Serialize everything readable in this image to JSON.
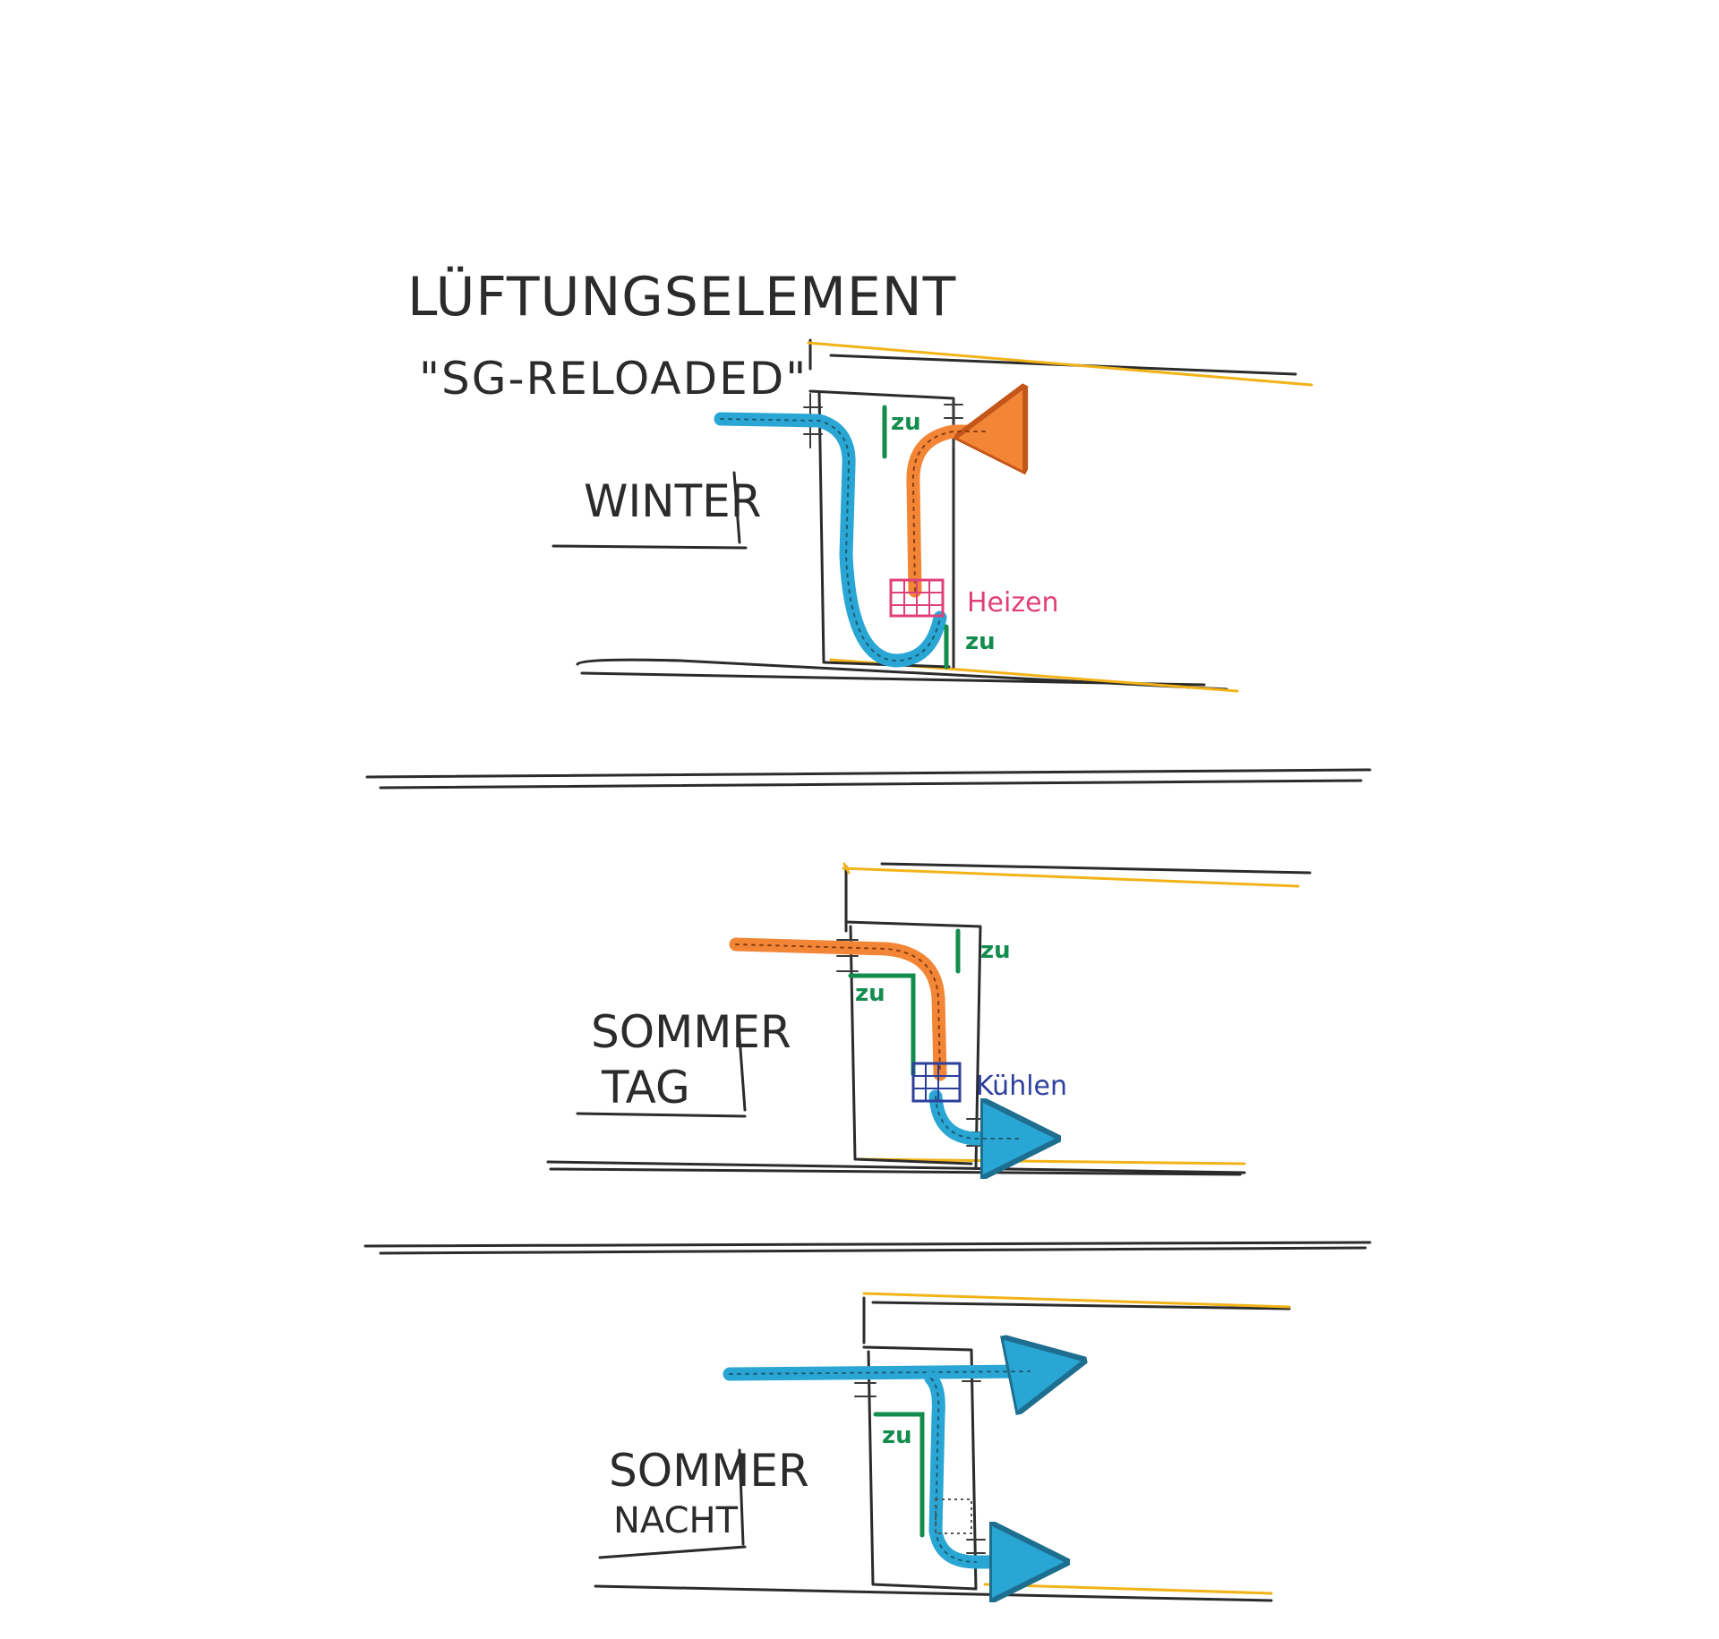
{
  "title": "LÜFTUNGSELEMENT",
  "subtitle": "\"SG-RELOADED\"",
  "colors": {
    "ink": "#2b2b2b",
    "cold_air": "#29a6d4",
    "warm_air": "#f28636",
    "closed_flap": "#138c4e",
    "heating": "#e0407a",
    "cooling": "#2d3f9c",
    "ceiling_accent": "#f2b318"
  },
  "panels": [
    {
      "label": "WINTER",
      "flaps": [
        "zu",
        "zu"
      ],
      "component": "Heizen"
    },
    {
      "label_line1": "SOMMER",
      "label_line2": "TAG",
      "flaps": [
        "zu",
        "zu"
      ],
      "component": "Kühlen"
    },
    {
      "label_line1": "SOMMER",
      "label_line2": "NACHT",
      "flaps": [
        "zu"
      ]
    }
  ]
}
